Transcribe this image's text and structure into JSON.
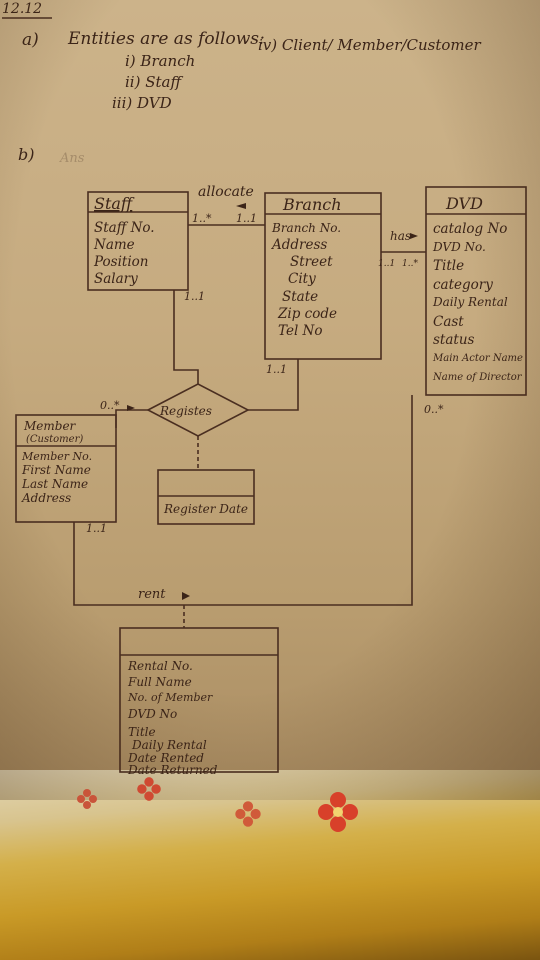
{
  "page": {
    "number": "12.12",
    "part_a_label": "a)",
    "heading": "Entities are as follows:",
    "entities": [
      "i) Branch",
      "ii) Staff",
      "iii) DVD",
      "iv) Client/ Member/Customer"
    ],
    "part_b_label": "b)",
    "part_b_faded": "Ans"
  },
  "entities": {
    "staff": {
      "name": "Staff",
      "attributes": [
        "Staff No.",
        "Name",
        "Position",
        "Salary"
      ]
    },
    "branch": {
      "name": "Branch",
      "attributes": [
        "Branch No.",
        "Address",
        "Street",
        "City",
        "State",
        "Zip code",
        "Tel No"
      ]
    },
    "dvd": {
      "name": "DVD",
      "attributes": [
        "catalog No",
        "DVD No.",
        "Title",
        "category",
        "Daily Rental",
        "Cast",
        "status",
        "Main Actor Name",
        "Name of Director"
      ]
    },
    "member": {
      "name": "Member",
      "subtitle": "(Customer)",
      "attributes": [
        "Member No.",
        "First Name",
        "Last Name",
        "Address"
      ]
    },
    "register_attr": {
      "attributes": [
        "Register Date"
      ]
    },
    "rent_attr": {
      "attributes": [
        "Rental No.",
        "Full Name",
        "No. of Member",
        "DVD No",
        "Title",
        "Daily Rental",
        "Date Rented",
        "Date Returned"
      ]
    }
  },
  "relationships": {
    "allocate": {
      "label": "allocate",
      "staff_card": "1..*",
      "branch_card": "1..1"
    },
    "has": {
      "label": "has",
      "branch_card": "1..1",
      "dvd_card": "1..*"
    },
    "registers": {
      "label": "Registes",
      "member_card": "0..*",
      "staff_card": "1..1",
      "branch_card": "1..1"
    },
    "rent": {
      "label": "rent",
      "member_card": "1..1",
      "dvd_card": "0..*"
    }
  },
  "colors": {
    "paper": "#c6ab80",
    "ink": "#3b2418",
    "cloth_yellow": "#c99a27",
    "flower_red": "#d8402a"
  }
}
